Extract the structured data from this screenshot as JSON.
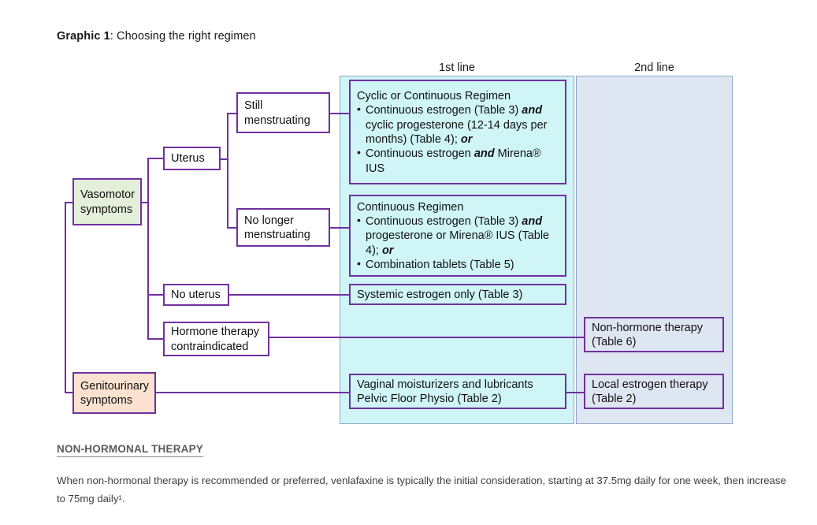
{
  "title": {
    "prefix": "Graphic 1",
    "rest": ": Choosing the right regimen"
  },
  "colors": {
    "connector": "#7030A0",
    "first_line_panel": "#CFF5F7",
    "second_line_panel": "#DEE6F2",
    "vasomotor_fill": "#E3EFD9",
    "genitourinary_fill": "#FBE2D0"
  },
  "columns": {
    "first_line": "1st line",
    "second_line": "2nd line"
  },
  "nodes": {
    "vasomotor": "Vasomotor symptoms",
    "genitourinary": "Genitourinary symptoms",
    "uterus": "Uterus",
    "no_uterus": "No uterus",
    "contraindicated": "Hormone therapy contraindicated",
    "still_menstruating": "Still menstruating",
    "no_longer_menstruating": "No longer menstruating"
  },
  "cyclic_box": {
    "title": "Cyclic or Continuous Regimen",
    "bullets": [
      {
        "parts": [
          {
            "text": "Continuous estrogen (Table 3) ",
            "bold_italic": false
          },
          {
            "text": "and",
            "bold_italic": true
          },
          {
            "text": " cyclic progesterone (12-14 days per months) (Table 4); ",
            "bold_italic": false
          },
          {
            "text": "or",
            "bold_italic": true
          }
        ]
      },
      {
        "parts": [
          {
            "text": "Continuous estrogen ",
            "bold_italic": false
          },
          {
            "text": "and",
            "bold_italic": true
          },
          {
            "text": " Mirena® IUS",
            "bold_italic": false
          }
        ]
      }
    ]
  },
  "continuous_box": {
    "title": "Continuous Regimen",
    "bullets": [
      {
        "parts": [
          {
            "text": "Continuous estrogen (Table 3) ",
            "bold_italic": false
          },
          {
            "text": "and",
            "bold_italic": true
          },
          {
            "text": " progesterone or Mirena® IUS (Table 4); ",
            "bold_italic": false
          },
          {
            "text": "or",
            "bold_italic": true
          }
        ]
      },
      {
        "parts": [
          {
            "text": "Combination tablets (Table 5)",
            "bold_italic": false
          }
        ]
      }
    ]
  },
  "systemic_box": {
    "line1": "Systemic estrogen only (Table 3)"
  },
  "vaginal_box": {
    "line1": "Vaginal moisturizers and lubricants",
    "line2": "Pelvic Floor Physio (Table 2)"
  },
  "non_hormone_box": {
    "line1": "Non-hormone therapy",
    "line2": "(Table 6)"
  },
  "local_estrogen_box": {
    "line1": "Local estrogen therapy",
    "line2": "(Table 2)"
  },
  "footer": {
    "heading": "NON-HORMONAL THERAPY",
    "body": "When non-hormonal therapy is recommended or preferred, venlafaxine is typically the initial consideration, starting at 37.5mg daily for one week, then increase to 75mg daily¹."
  }
}
